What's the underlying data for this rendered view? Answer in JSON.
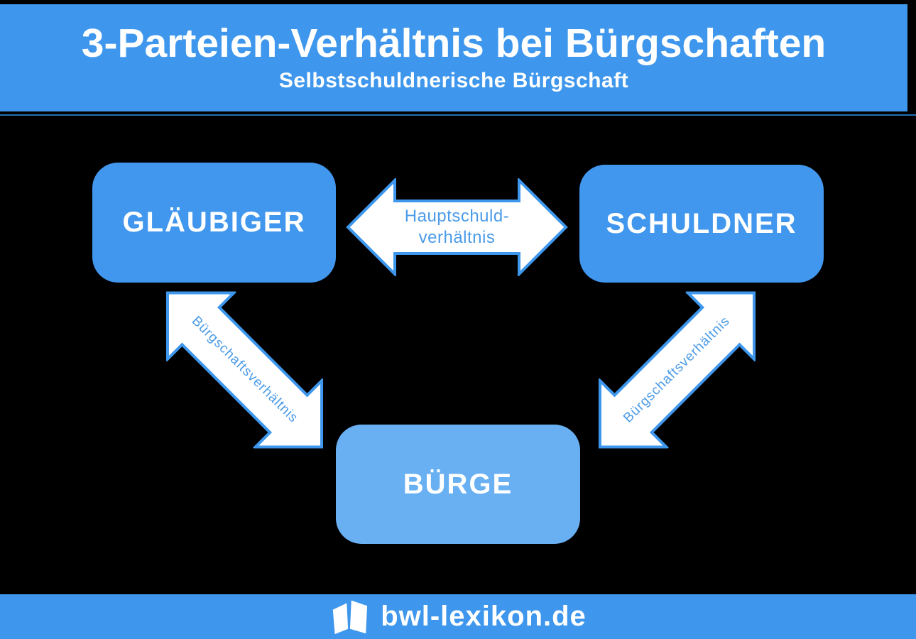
{
  "header": {
    "title": "3-Parteien-Verhältnis bei Bürgschaften",
    "subtitle": "Selbstschuldnerische Bürgschaft"
  },
  "diagram": {
    "nodes": [
      {
        "id": "glaeubiger",
        "label": "GLÄUBIGER"
      },
      {
        "id": "schuldner",
        "label": "SCHULDNER"
      },
      {
        "id": "buerge",
        "label": "BÜRGE"
      }
    ],
    "edges": [
      {
        "from": "Gläubiger",
        "to": "Schuldner",
        "direction": "bidirectional",
        "label_line1": "Hauptschuld-",
        "label_line2": "verhältnis"
      },
      {
        "from": "Gläubiger",
        "to": "Bürge",
        "direction": "bidirectional",
        "label": "Bürgschaftsverhältnis"
      },
      {
        "from": "Schuldner",
        "to": "Bürge",
        "direction": "bidirectional",
        "label": "Bürgschaftsverhältnis"
      }
    ]
  },
  "footer": {
    "brand": "bwl-lexikon.de",
    "logo_icon": "open-book-icon"
  },
  "colors": {
    "banner_blue": "#3e97ec",
    "node_blue": "#4197ee",
    "node_light_blue": "#69b0f3",
    "arrow_outline_blue": "#3e97ec",
    "arrow_text_blue": "#4b9be8",
    "divider_blue": "#2371b5",
    "background_black": "#000000",
    "text_white": "#ffffff"
  }
}
